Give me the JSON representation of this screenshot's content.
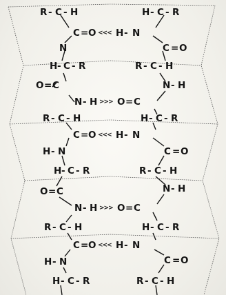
{
  "labels": {
    "R": "R",
    "C": "C",
    "H": "H",
    "N": "N",
    "O": "O",
    "dash": "-",
    "eq": "=",
    "hbond_left": "<<<",
    "hbond_right": ">>>"
  }
}
